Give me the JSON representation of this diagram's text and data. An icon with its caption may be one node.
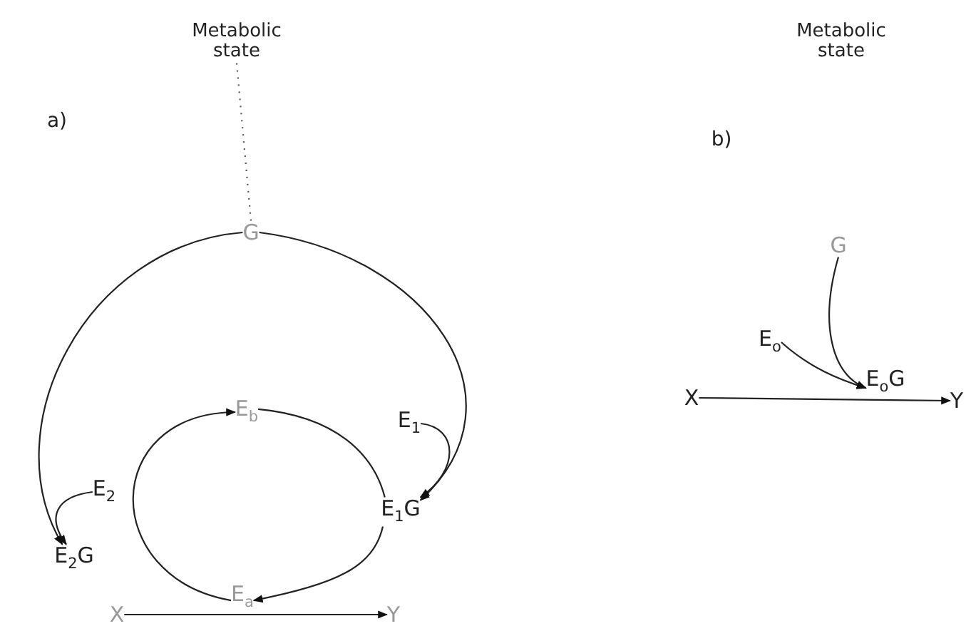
{
  "diagram": {
    "nodes": [
      {
        "text": [
          "Metabolic state"
        ]
      },
      {
        "text": [
          "G"
        ]
      },
      {
        "text": [
          "E$_{b}$"
        ]
      },
      {
        "text": [
          "E$_{1}$"
        ]
      },
      {
        "text": [
          "E$_{2}$"
        ]
      },
      {
        "text": [
          "E$_{1}$G"
        ]
      },
      {
        "text": [
          "E$_{2}$G"
        ]
      },
      {
        "text": [
          "E$_{a}$"
        ]
      },
      {
        "text": [
          "X"
        ]
      },
      {
        "text": [
          "Y"
        ]
      },
      {
        "text": [
          "G"
        ]
      },
      {
        "text": [
          "E$_{o}$"
        ]
      },
      {
        "text": [
          "E$_{o}$G"
        ]
      },
      {
        "text": [
          "X"
        ]
      },
      {
        "text": [
          "Y"
        ]
      }
    ],
    "edges": [
      {
        "from": 0,
        "to": 1,
        "arrow": "none",
        "style": "dashed"
      },
      {
        "from": 1,
        "to": 6,
        "arrow": "to"
      },
      {
        "from": 1,
        "to": 5,
        "arrow": "to"
      },
      {
        "from": 4,
        "to": 6,
        "arrow": "to"
      },
      {
        "from": 3,
        "to": 5,
        "arrow": "to"
      },
      {
        "from": 7,
        "to": 2,
        "arrow": "to"
      },
      {
        "from": 2,
        "to": 5,
        "arrow": "none"
      },
      {
        "from": 5,
        "to": 7,
        "arrow": "to"
      },
      {
        "from": 8,
        "to": 9,
        "arrow": "to"
      },
      {
        "from": 10,
        "to": 12,
        "arrow": "to"
      },
      {
        "from": 11,
        "to": 12,
        "arrow": "to"
      },
      {
        "from": 13,
        "to": 14,
        "arrow": "to"
      }
    ],
    "labels": [
      "a)",
      "Metabolic state",
      "b)"
    ]
  }
}
